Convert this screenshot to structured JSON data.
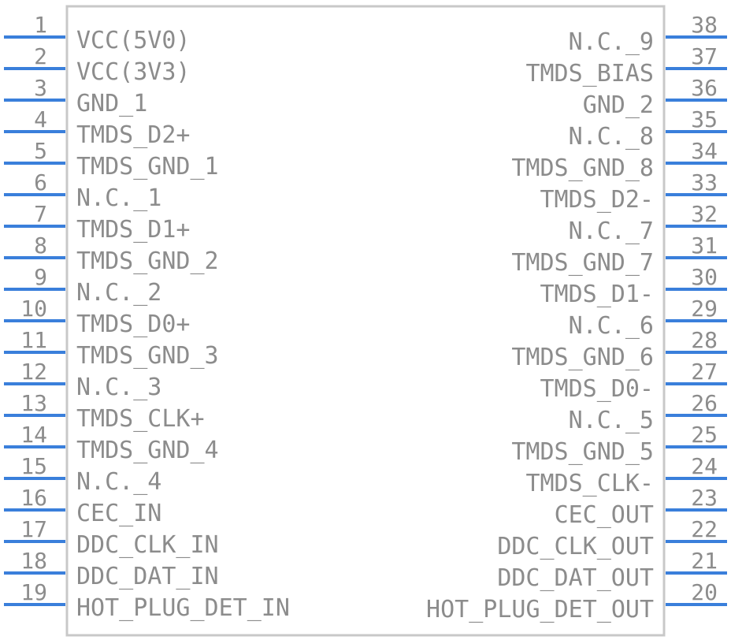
{
  "colors": {
    "body_outline": "#c8c8c8",
    "pin_line": "#3a7fdb",
    "text": "#8c8c8c"
  },
  "left_pins": [
    {
      "number": "1",
      "name": "VCC(5V0)"
    },
    {
      "number": "2",
      "name": "VCC(3V3)"
    },
    {
      "number": "3",
      "name": "GND_1"
    },
    {
      "number": "4",
      "name": "TMDS_D2+"
    },
    {
      "number": "5",
      "name": "TMDS_GND_1"
    },
    {
      "number": "6",
      "name": "N.C._1"
    },
    {
      "number": "7",
      "name": "TMDS_D1+"
    },
    {
      "number": "8",
      "name": "TMDS_GND_2"
    },
    {
      "number": "9",
      "name": "N.C._2"
    },
    {
      "number": "10",
      "name": "TMDS_D0+"
    },
    {
      "number": "11",
      "name": "TMDS_GND_3"
    },
    {
      "number": "12",
      "name": "N.C._3"
    },
    {
      "number": "13",
      "name": "TMDS_CLK+"
    },
    {
      "number": "14",
      "name": "TMDS_GND_4"
    },
    {
      "number": "15",
      "name": "N.C._4"
    },
    {
      "number": "16",
      "name": "CEC_IN"
    },
    {
      "number": "17",
      "name": "DDC_CLK_IN"
    },
    {
      "number": "18",
      "name": "DDC_DAT_IN"
    },
    {
      "number": "19",
      "name": "HOT_PLUG_DET_IN"
    }
  ],
  "right_pins": [
    {
      "number": "38",
      "name": "N.C._9"
    },
    {
      "number": "37",
      "name": "TMDS_BIAS"
    },
    {
      "number": "36",
      "name": "GND_2"
    },
    {
      "number": "35",
      "name": "N.C._8"
    },
    {
      "number": "34",
      "name": "TMDS_GND_8"
    },
    {
      "number": "33",
      "name": "TMDS_D2-"
    },
    {
      "number": "32",
      "name": "N.C._7"
    },
    {
      "number": "31",
      "name": "TMDS_GND_7"
    },
    {
      "number": "30",
      "name": "TMDS_D1-"
    },
    {
      "number": "29",
      "name": "N.C._6"
    },
    {
      "number": "28",
      "name": "TMDS_GND_6"
    },
    {
      "number": "27",
      "name": "TMDS_D0-"
    },
    {
      "number": "26",
      "name": "N.C._5"
    },
    {
      "number": "25",
      "name": "TMDS_GND_5"
    },
    {
      "number": "24",
      "name": "TMDS_CLK-"
    },
    {
      "number": "23",
      "name": "CEC_OUT"
    },
    {
      "number": "22",
      "name": "DDC_CLK_OUT"
    },
    {
      "number": "21",
      "name": "DDC_DAT_OUT"
    },
    {
      "number": "20",
      "name": "HOT_PLUG_DET_OUT"
    }
  ]
}
